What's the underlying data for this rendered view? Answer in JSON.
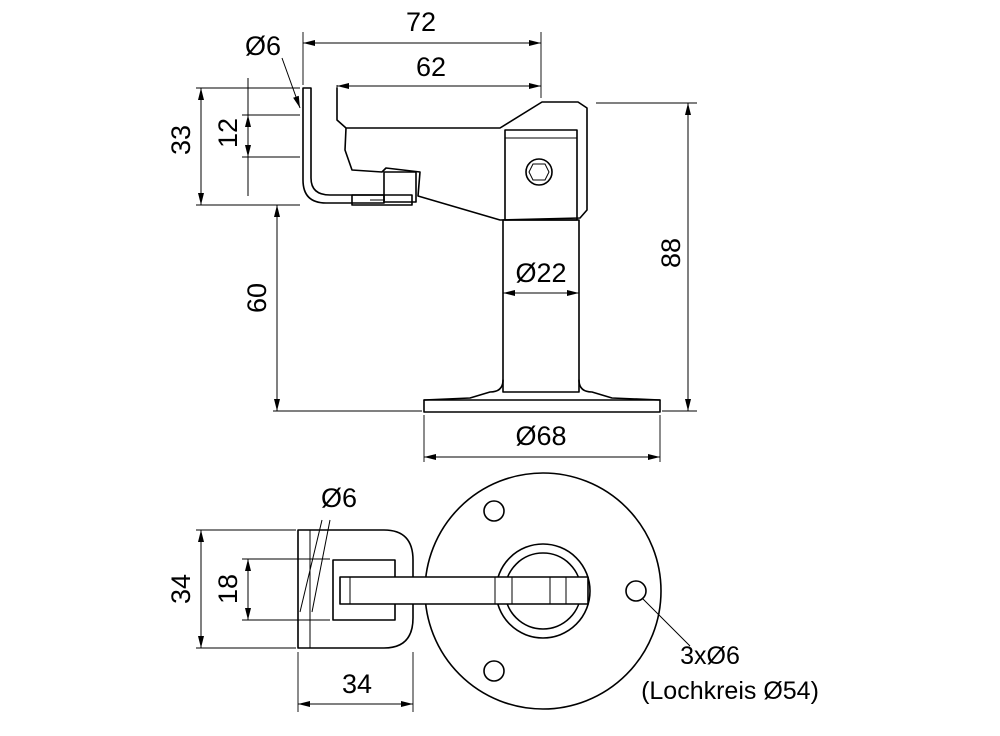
{
  "dimensions": {
    "top_width_72": "72",
    "top_width_62": "62",
    "bolt_dia": "Ø6",
    "height_33": "33",
    "height_12": "12",
    "height_60": "60",
    "height_88": "88",
    "tube_dia": "Ø22",
    "base_dia": "Ø68",
    "plan_bolt_dia": "Ø6",
    "plan_height_34": "34",
    "plan_height_18": "18",
    "plan_width_34": "34"
  },
  "notes": {
    "holes": "3xØ6",
    "bolt_circle": "(Lochkreis Ø54)"
  }
}
